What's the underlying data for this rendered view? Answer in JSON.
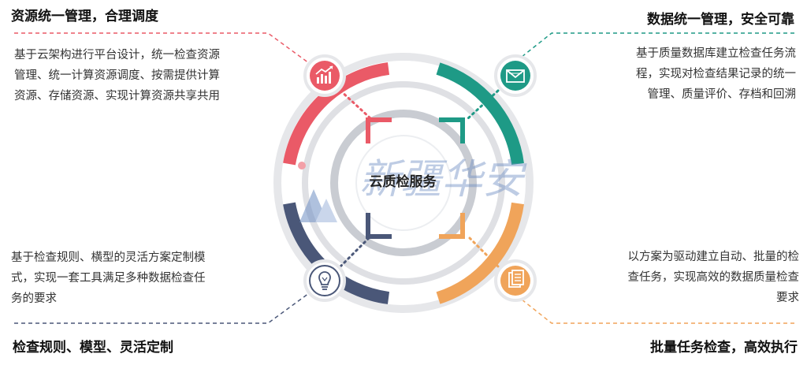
{
  "center": {
    "label": "云质检服务"
  },
  "watermark": {
    "text": "新疆华安"
  },
  "quadrants": {
    "top_left": {
      "title": "资源统一管理，合理调度",
      "lines": [
        "基于云架构进行平台设计，统一检查资源",
        "管理、统一计算资源调度、按需提供计算",
        "资源、存储资源、实现计算资源共享共用"
      ],
      "icon": "chart-trend-icon",
      "color": "#ea5a67"
    },
    "top_right": {
      "title": "数据统一管理，安全可靠",
      "lines": [
        "基于质量数据库建立检查任务流",
        "程，实现对检查结果记录的统一",
        "管理、质量评价、存档和回溯"
      ],
      "icon": "envelope-icon",
      "color": "#1e9a86"
    },
    "bottom_left": {
      "title": "检查规则、模型、灵活定制",
      "lines": [
        "基于检查规则、横型的灵活方案定制模",
        "式，实现一套工具满足多种数据检查任",
        "务的要求"
      ],
      "icon": "lightbulb-icon",
      "color": "#4a5778"
    },
    "bottom_right": {
      "title": "批量任务检查，高效执行",
      "lines": [
        "以方案为驱动建立自动、批量的检",
        "查任务，实现高效的数据质量检查",
        "要求"
      ],
      "icon": "document-icon",
      "color": "#f0a45a"
    }
  },
  "colors": {
    "inner_ring": "#c9ccd2",
    "outer_ring": "#e6e7ea",
    "center_ring": "#d6d8dc",
    "watermark": "#6f8fc4"
  }
}
